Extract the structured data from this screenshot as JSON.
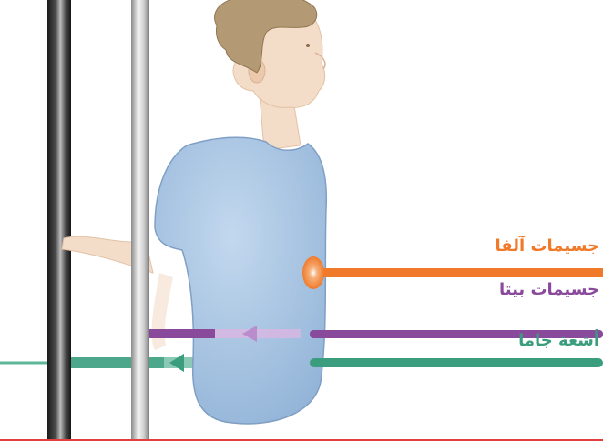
{
  "labels": {
    "alpha": "جسيمات آلفا",
    "beta": "جسيمات بيتا",
    "gamma": "أشعة جاما"
  },
  "colors": {
    "alpha": "#f07a2a",
    "beta": "#8a4a9c",
    "gamma": "#3a9e7e",
    "shirt": "#a8c6e4",
    "skin": "#f3dcc8",
    "hair": "#b39a74",
    "barrier_dark": "#2a2a2a",
    "barrier_light": "#c8c8c8",
    "bottom_rule": "#e04040"
  }
}
